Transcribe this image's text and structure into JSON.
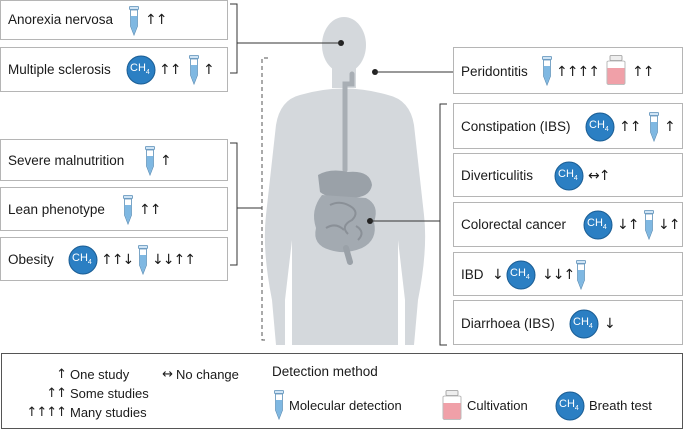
{
  "icons": {
    "tube": "tube-icon",
    "bottle": "bottle-icon",
    "breath": "ch4-breath-icon"
  },
  "colors": {
    "tube": "#7fb8e2",
    "bottle": "#f0a0a8",
    "breath": "#2b7fc3",
    "box_border": "#b5b5b5",
    "body": "#d4d8dc"
  },
  "ch4_text": "CH",
  "ch4_sub": "4",
  "conditions": {
    "anorexia": {
      "label": "Anorexia nervosa",
      "tube": "↑↑"
    },
    "ms": {
      "label": "Multiple sclerosis",
      "breath": "↑↑",
      "tube": "↑"
    },
    "malnutrition": {
      "label": "Severe malnutrition",
      "tube": "↑"
    },
    "lean": {
      "label": "Lean phenotype",
      "tube": "↑↑"
    },
    "obesity": {
      "label": "Obesity",
      "breath": "↑↑↓",
      "tube": "↓↓↑↑"
    },
    "peridontitis": {
      "label": "Peridontitis",
      "tube": "↑↑↑↑",
      "bottle": "↑↑"
    },
    "constipation": {
      "label": "Constipation (IBS)",
      "breath": "↑↑",
      "tube": "↑"
    },
    "diverticulitis": {
      "label": "Diverticulitis",
      "breath": "↔↑"
    },
    "colorectal": {
      "label": "Colorectal cancer",
      "breath": "↓↑",
      "tube": "↓↑"
    },
    "ibd": {
      "label": "IBD",
      "pre": "↓",
      "breath": "↓↓↑"
    },
    "diarrhoea": {
      "label": "Diarrhoea (IBS)",
      "breath": "↓"
    }
  },
  "legend": {
    "one_arrow": "↑",
    "one_text": "One study",
    "some_arrow": "↑↑",
    "some_text": "Some studies",
    "many_arrow": "↑↑↑↑",
    "many_text": "Many studies",
    "nochange_arrow": "↔",
    "nochange_text": "No change",
    "method_title": "Detection method",
    "molecular": "Molecular detection",
    "cultivation": "Cultivation",
    "breath": "Breath test"
  }
}
